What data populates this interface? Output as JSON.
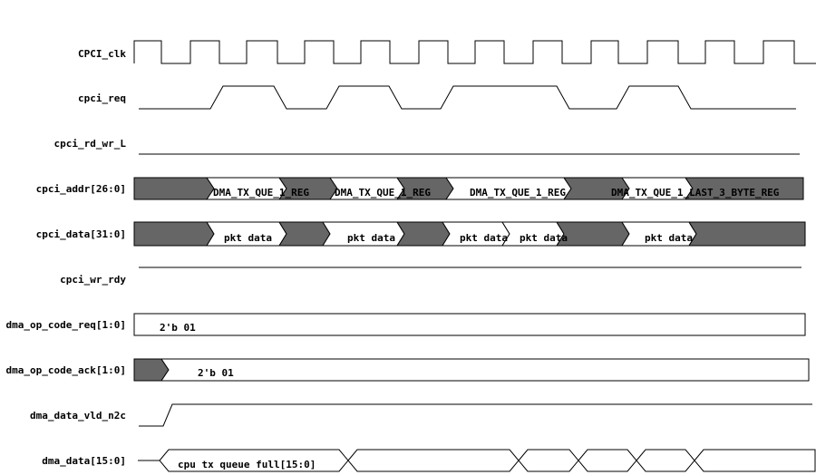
{
  "signals": {
    "cpci_clk": "CPCI_clk",
    "cpci_req": "cpci_req",
    "cpci_rd_wr_l": "cpci_rd_wr_L",
    "cpci_addr": "cpci_addr[26:0]",
    "cpci_data": "cpci_data[31:0]",
    "cpci_wr_rdy": "cpci_wr_rdy",
    "dma_op_code_req": "dma_op_code_req[1:0]",
    "dma_op_code_ack": "dma_op_code_ack[1:0]",
    "dma_data_vld_n2c": "dma_data_vld_n2c",
    "dma_data": "dma_data[15:0]"
  },
  "values": {
    "addr_1": "DMA_TX_QUE_1_REG",
    "addr_2": "DMA_TX_QUE_1_REG",
    "addr_3": "DMA_TX_QUE_1_REG",
    "addr_4": "DMA_TX_QUE_1_LAST_3_BYTE_REG",
    "data_1": "pkt data",
    "data_2": "pkt data",
    "data_3": "pkt data",
    "data_4": "pkt data",
    "data_5": "pkt data",
    "op_code_req": "2'b 01",
    "op_code_ack": "2'b 01",
    "dma_data": "cpu tx queue full[15:0]"
  },
  "colors": {
    "undefined_fill": "#666666",
    "valid_fill": "#ffffff",
    "line": "#000000"
  }
}
